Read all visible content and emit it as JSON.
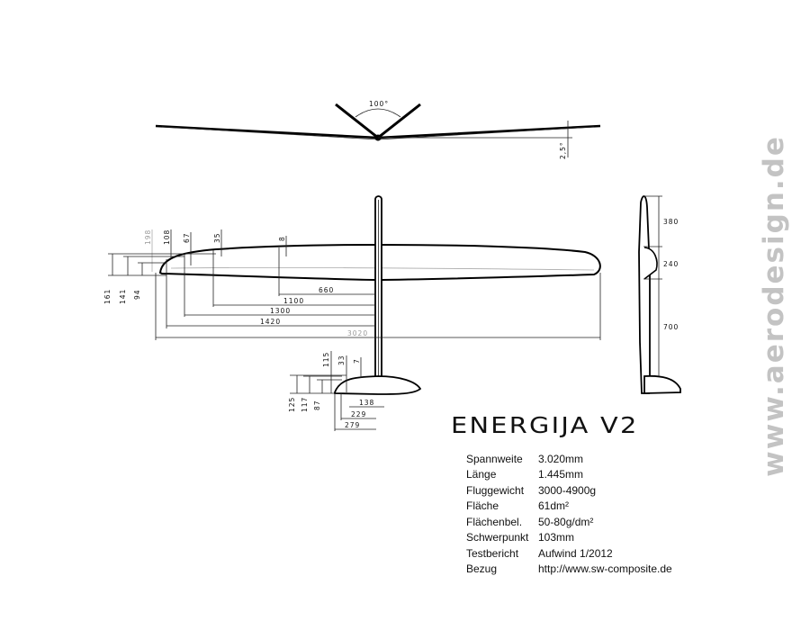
{
  "title": "ENERGIJA V2",
  "watermark": "www.aerodesign.de",
  "front_view": {
    "vtail_angle": "100°",
    "dihedral": "2,5°"
  },
  "top_view": {
    "chord_labels": [
      "198",
      "108",
      "67",
      "35",
      "8"
    ],
    "height_labels": [
      "161",
      "141",
      "94"
    ],
    "span_labels": [
      "660",
      "1100",
      "1300",
      "1420",
      "3020"
    ]
  },
  "tail_view": {
    "top_labels": [
      "115",
      "33",
      "7"
    ],
    "height_labels": [
      "125",
      "117",
      "87"
    ],
    "span_labels": [
      "138",
      "229",
      "279"
    ]
  },
  "side_view": {
    "labels": [
      "380",
      "240",
      "700"
    ]
  },
  "specs": [
    {
      "key": "Spannweite",
      "value": "3.020mm"
    },
    {
      "key": "Länge",
      "value": "1.445mm"
    },
    {
      "key": "Fluggewicht",
      "value": "3000-4900g"
    },
    {
      "key": "Fläche",
      "value": "61dm²"
    },
    {
      "key": "Flächenbel.",
      "value": "50-80g/dm²"
    },
    {
      "key": "Schwerpunkt",
      "value": "103mm"
    },
    {
      "key": "Testbericht",
      "value": "Aufwind 1/2012"
    },
    {
      "key": "Bezug",
      "value": "http://www.sw-composite.de"
    }
  ]
}
